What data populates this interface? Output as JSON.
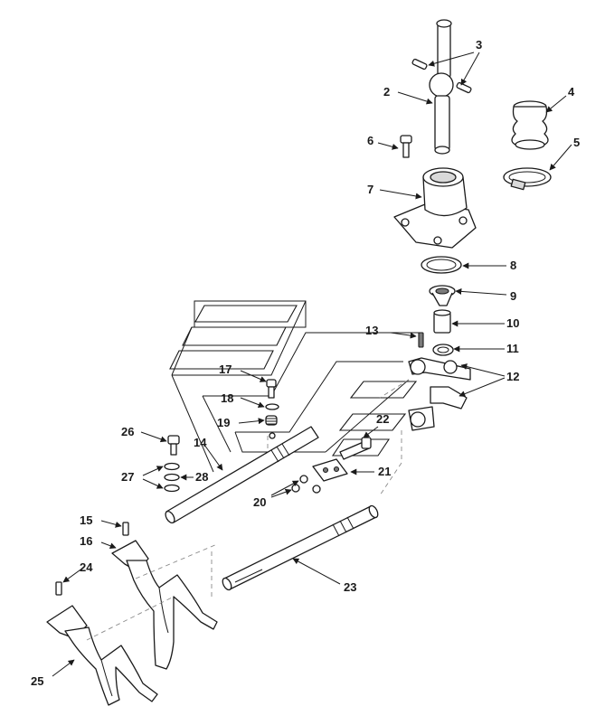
{
  "callouts": [
    {
      "id": "3",
      "label": "3"
    },
    {
      "id": "2",
      "label": "2"
    },
    {
      "id": "4",
      "label": "4"
    },
    {
      "id": "6",
      "label": "6"
    },
    {
      "id": "5",
      "label": "5"
    },
    {
      "id": "7",
      "label": "7"
    },
    {
      "id": "8",
      "label": "8"
    },
    {
      "id": "9",
      "label": "9"
    },
    {
      "id": "10",
      "label": "10"
    },
    {
      "id": "13",
      "label": "13"
    },
    {
      "id": "11",
      "label": "11"
    },
    {
      "id": "12",
      "label": "12"
    },
    {
      "id": "17",
      "label": "17"
    },
    {
      "id": "18",
      "label": "18"
    },
    {
      "id": "19",
      "label": "19"
    },
    {
      "id": "22",
      "label": "22"
    },
    {
      "id": "26",
      "label": "26"
    },
    {
      "id": "14",
      "label": "14"
    },
    {
      "id": "21",
      "label": "21"
    },
    {
      "id": "27",
      "label": "27"
    },
    {
      "id": "28",
      "label": "28"
    },
    {
      "id": "20",
      "label": "20"
    },
    {
      "id": "15",
      "label": "15"
    },
    {
      "id": "16",
      "label": "16"
    },
    {
      "id": "24",
      "label": "24"
    },
    {
      "id": "23",
      "label": "23"
    },
    {
      "id": "25",
      "label": "25"
    }
  ]
}
